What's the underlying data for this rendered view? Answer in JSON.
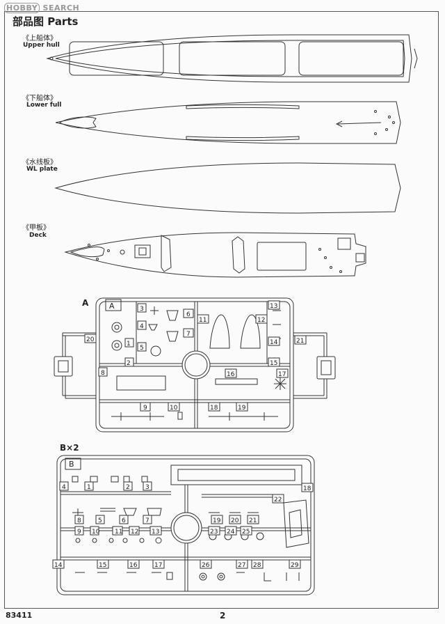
{
  "watermark": {
    "logo": "HOBBY",
    "text": "SEARCH"
  },
  "title": "部品图 Parts",
  "hull_sections": [
    {
      "cn": "《上船体》",
      "en": "Upper hull"
    },
    {
      "cn": "《下船体》",
      "en": "Lower full"
    },
    {
      "cn": "《水线板》",
      "en": "WL plate"
    },
    {
      "cn": "《甲板》",
      "en": "Deck"
    }
  ],
  "sprue_a": {
    "letter": "A",
    "tab": "A",
    "numbers": [
      "1",
      "2",
      "3",
      "4",
      "5",
      "6",
      "7",
      "8",
      "9",
      "10",
      "11",
      "12",
      "13",
      "14",
      "15",
      "16",
      "17",
      "18",
      "19",
      "20",
      "21"
    ]
  },
  "sprue_b": {
    "letter": "B×2",
    "tab": "B",
    "numbers": [
      "1",
      "2",
      "3",
      "4",
      "5",
      "6",
      "7",
      "8",
      "9",
      "10",
      "11",
      "12",
      "13",
      "14",
      "15",
      "16",
      "17",
      "18",
      "19",
      "20",
      "21",
      "22",
      "23",
      "24",
      "25",
      "26",
      "27",
      "28",
      "29"
    ]
  },
  "footer": {
    "code": "83411",
    "page": "2"
  }
}
